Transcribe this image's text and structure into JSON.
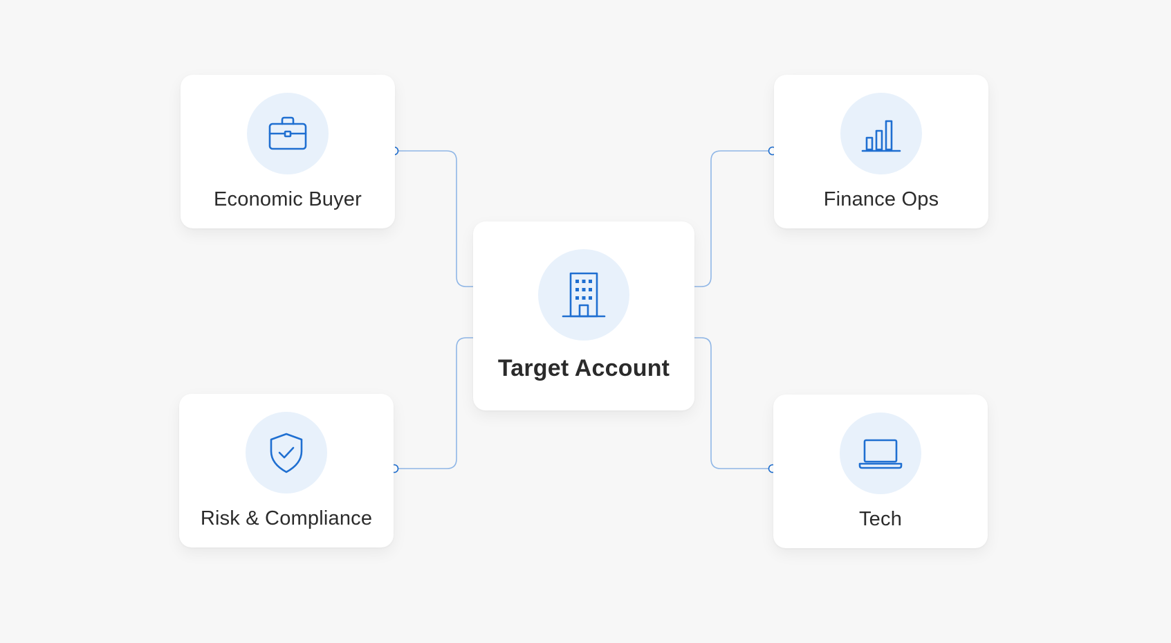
{
  "diagram": {
    "center": {
      "label": "Target Account",
      "icon": "building-icon"
    },
    "nodes": [
      {
        "id": "economic-buyer",
        "label": "Economic Buyer",
        "icon": "briefcase-icon"
      },
      {
        "id": "finance-ops",
        "label": "Finance Ops",
        "icon": "bar-chart-icon"
      },
      {
        "id": "risk-compliance",
        "label": "Risk & Compliance",
        "icon": "shield-check-icon"
      },
      {
        "id": "tech",
        "label": "Tech",
        "icon": "laptop-icon"
      }
    ],
    "colors": {
      "accent": "#1f6fd1",
      "connector": "#8fb6e6",
      "icon_bg": "#e8f1fb",
      "card_bg": "#ffffff",
      "page_bg": "#f7f7f7",
      "text": "#2b2b2b"
    }
  }
}
